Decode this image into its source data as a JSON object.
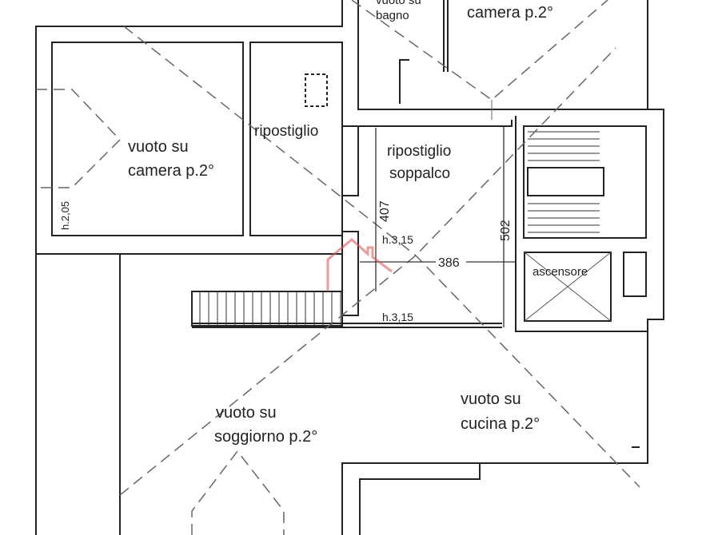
{
  "rooms": {
    "top_left_void": [
      "vuoto su",
      "camera p.2°"
    ],
    "storage": "ripostiglio",
    "loft_storage": [
      "ripostiglio",
      "soppalco"
    ],
    "top_void_bath": [
      "vuoto su",
      "bagno"
    ],
    "top_void_bedroom": "camera p.2°",
    "elevator": "ascensore",
    "living_void": [
      "vuoto su",
      "soggiorno p.2°"
    ],
    "kitchen_void": [
      "vuoto su",
      "cucina p.2°"
    ]
  },
  "heights": {
    "left_room": "h.2,05",
    "landing_top": "h.3,15",
    "landing_bottom": "h.3,15"
  },
  "dimensions": {
    "vertical_small": "407",
    "vertical_large": "502",
    "horizontal": "386"
  },
  "colors": {
    "walls": "#222222",
    "watermark": "#e05555"
  }
}
